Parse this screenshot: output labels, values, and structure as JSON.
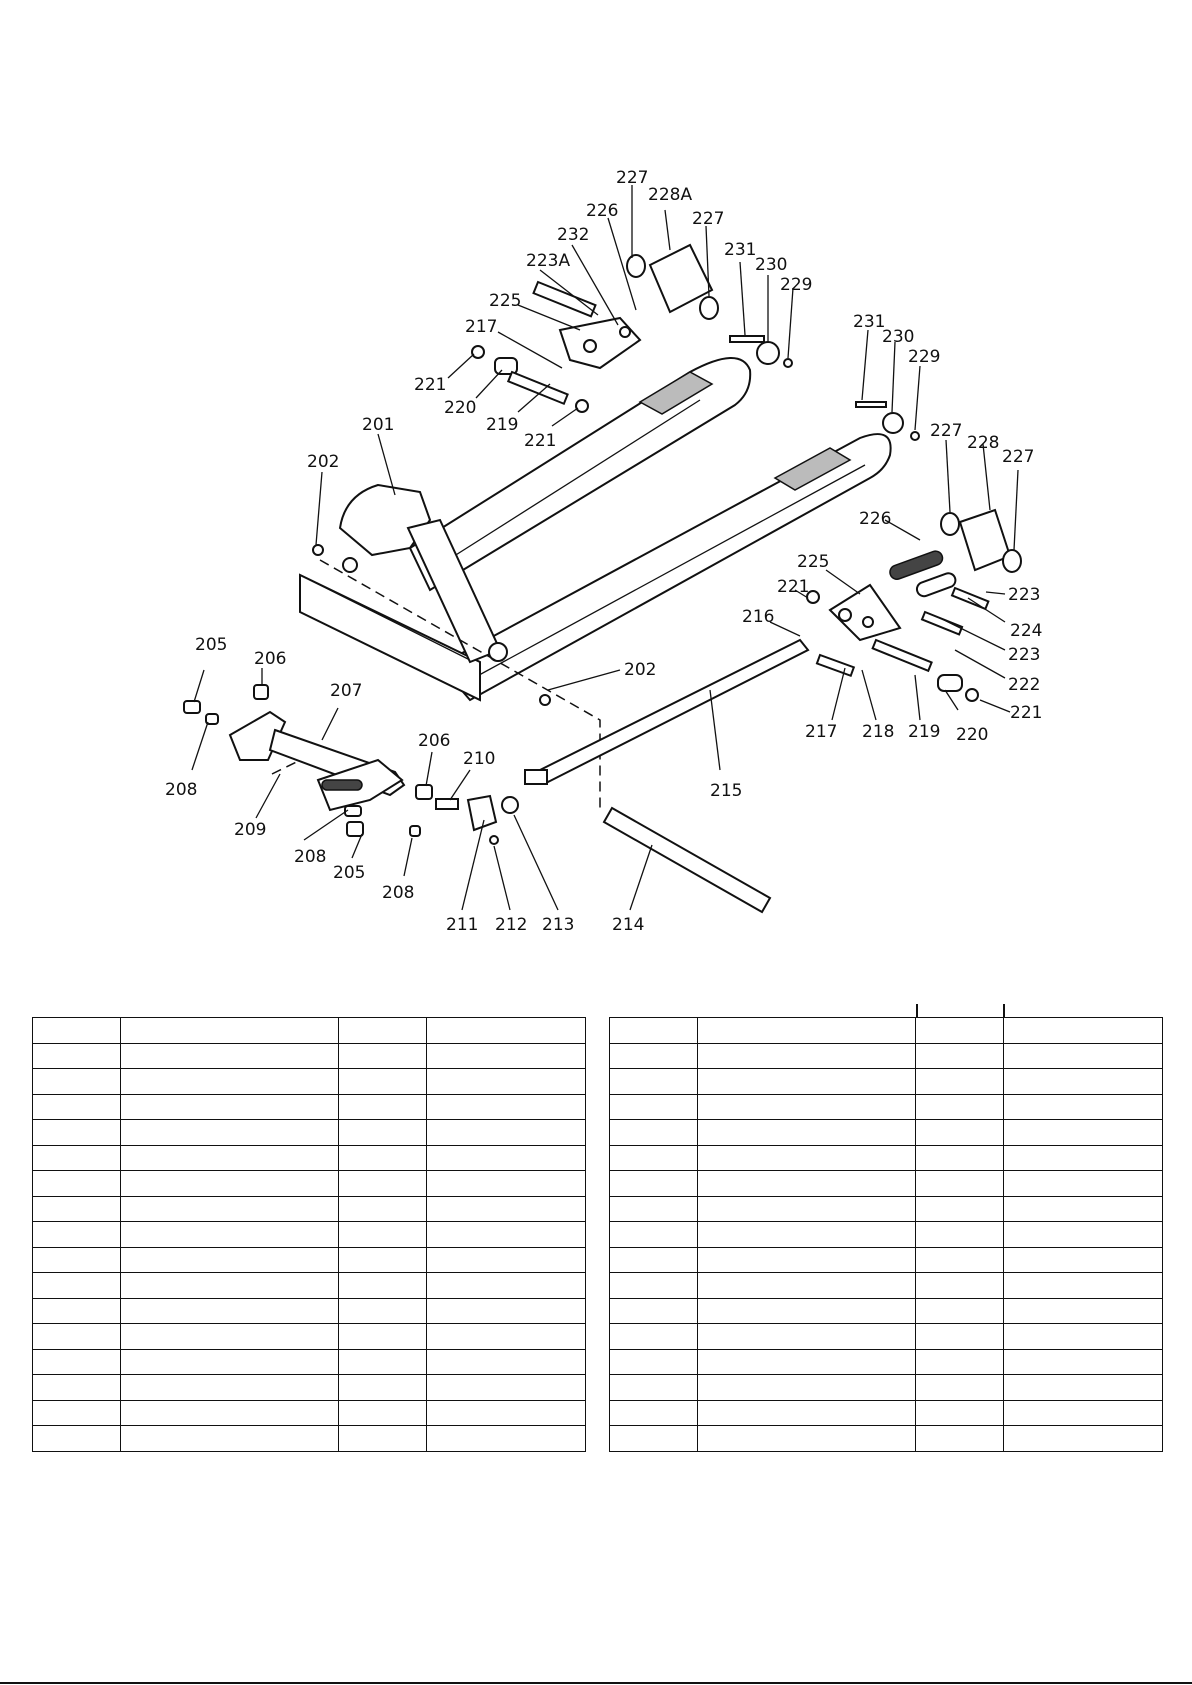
{
  "diagram": {
    "callouts": [
      {
        "id": "c227a",
        "text": "227"
      },
      {
        "id": "c228a",
        "text": "228A"
      },
      {
        "id": "c227b",
        "text": "227"
      },
      {
        "id": "c226a",
        "text": "226"
      },
      {
        "id": "c232",
        "text": "232"
      },
      {
        "id": "c223a",
        "text": "223A"
      },
      {
        "id": "c231a",
        "text": "231"
      },
      {
        "id": "c230a",
        "text": "230"
      },
      {
        "id": "c229a",
        "text": "229"
      },
      {
        "id": "c225a",
        "text": "225"
      },
      {
        "id": "c217a",
        "text": "217"
      },
      {
        "id": "c221a",
        "text": "221"
      },
      {
        "id": "c220a",
        "text": "220"
      },
      {
        "id": "c219a",
        "text": "219"
      },
      {
        "id": "c221b",
        "text": "221"
      },
      {
        "id": "c201",
        "text": "201"
      },
      {
        "id": "c202a",
        "text": "202"
      },
      {
        "id": "c231b",
        "text": "231"
      },
      {
        "id": "c230b",
        "text": "230"
      },
      {
        "id": "c229b",
        "text": "229"
      },
      {
        "id": "c227c",
        "text": "227"
      },
      {
        "id": "c228",
        "text": "228"
      },
      {
        "id": "c227d",
        "text": "227"
      },
      {
        "id": "c226b",
        "text": "226"
      },
      {
        "id": "c225b",
        "text": "225"
      },
      {
        "id": "c221c",
        "text": "221"
      },
      {
        "id": "c223b",
        "text": "223"
      },
      {
        "id": "c224",
        "text": "224"
      },
      {
        "id": "c223c",
        "text": "223"
      },
      {
        "id": "c216",
        "text": "216"
      },
      {
        "id": "c222",
        "text": "222"
      },
      {
        "id": "c202b",
        "text": "202"
      },
      {
        "id": "c217b",
        "text": "217"
      },
      {
        "id": "c218",
        "text": "218"
      },
      {
        "id": "c219b",
        "text": "219"
      },
      {
        "id": "c220b",
        "text": "220"
      },
      {
        "id": "c221d",
        "text": "221"
      },
      {
        "id": "c205a",
        "text": "205"
      },
      {
        "id": "c206a",
        "text": "206"
      },
      {
        "id": "c207",
        "text": "207"
      },
      {
        "id": "c208a",
        "text": "208"
      },
      {
        "id": "c209",
        "text": "209"
      },
      {
        "id": "c206b",
        "text": "206"
      },
      {
        "id": "c210",
        "text": "210"
      },
      {
        "id": "c215",
        "text": "215"
      },
      {
        "id": "c208b",
        "text": "208"
      },
      {
        "id": "c205b",
        "text": "205"
      },
      {
        "id": "c208c",
        "text": "208"
      },
      {
        "id": "c211",
        "text": "211"
      },
      {
        "id": "c212",
        "text": "212"
      },
      {
        "id": "c213",
        "text": "213"
      },
      {
        "id": "c214",
        "text": "214"
      }
    ]
  },
  "tables": {
    "left_rows": 17,
    "right_rows": 17
  }
}
